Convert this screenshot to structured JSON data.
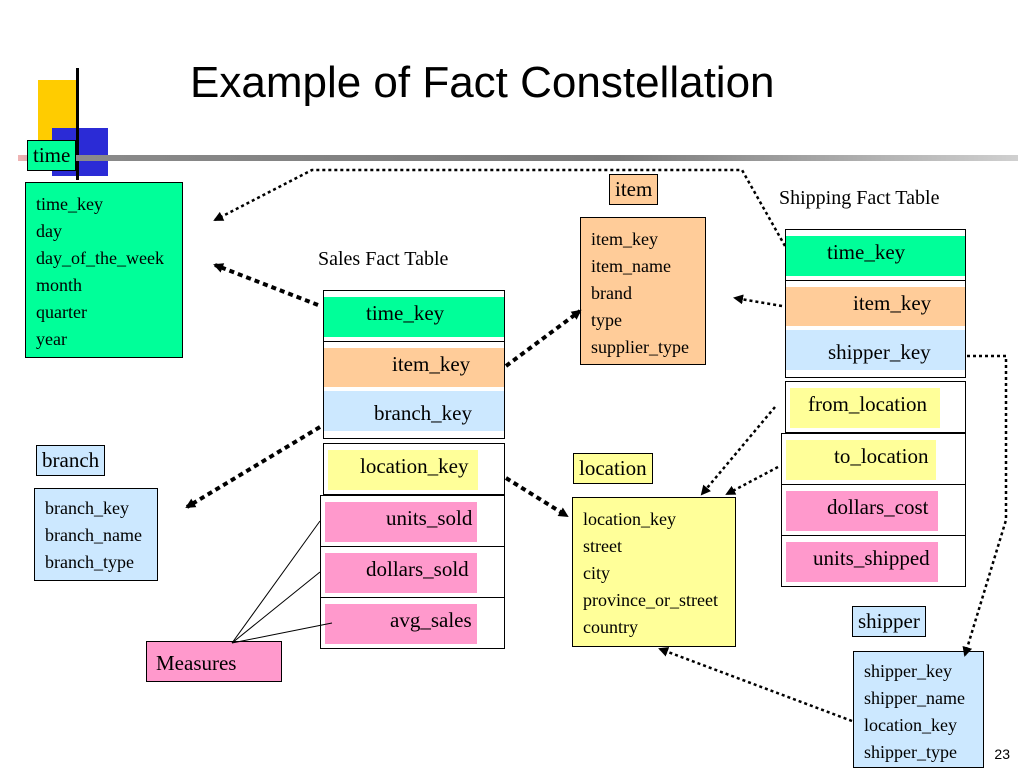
{
  "title": "Example of Fact Constellation",
  "page_number": "23",
  "time": {
    "label": "time",
    "fields": [
      "time_key",
      "day",
      "day_of_the_week",
      "month",
      "quarter",
      "year"
    ]
  },
  "item": {
    "label": "item",
    "fields": [
      "item_key",
      "item_name",
      "brand",
      "type",
      "supplier_type"
    ]
  },
  "branch": {
    "label": "branch",
    "fields": [
      "branch_key",
      "branch_name",
      "branch_type"
    ]
  },
  "location": {
    "label": "location",
    "fields": [
      "location_key",
      "street",
      "city",
      "province_or_street",
      "country"
    ]
  },
  "shipper": {
    "label": "shipper",
    "fields": [
      "shipper_key",
      "shipper_name",
      "location_key",
      "shipper_type"
    ]
  },
  "sales": {
    "title": "Sales Fact Table",
    "keys": [
      "time_key",
      "item_key",
      "branch_key",
      "location_key"
    ],
    "measures": [
      "units_sold",
      "dollars_sold",
      "avg_sales"
    ]
  },
  "shipping": {
    "title": "Shipping Fact Table",
    "keys": [
      "time_key",
      "item_key",
      "shipper_key",
      "from_location",
      "to_location"
    ],
    "measures": [
      "dollars_cost",
      "units_shipped"
    ]
  },
  "measures_label": "Measures",
  "colors": {
    "time": "#00ff99",
    "item": "#ffcc99",
    "branch": "#cce8ff",
    "location": "#ffff99",
    "shipper": "#cce8ff",
    "measure": "#ff99cc"
  }
}
